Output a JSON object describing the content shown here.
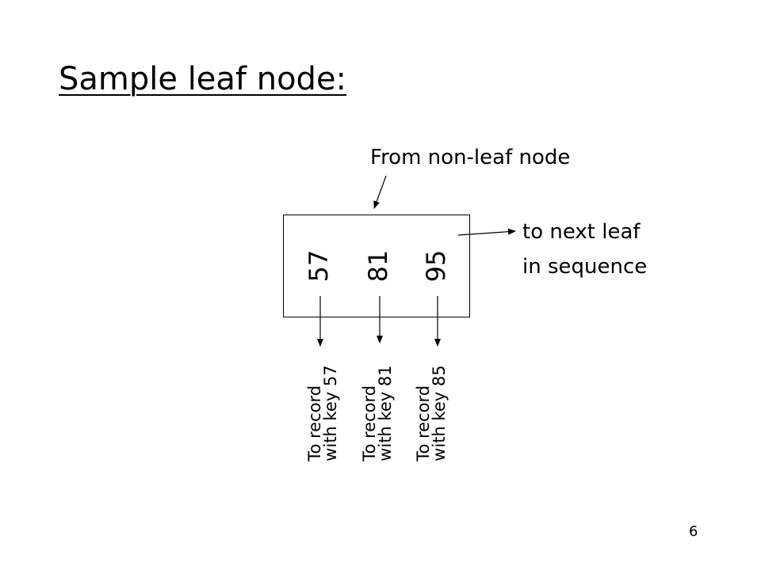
{
  "slide": {
    "title": "Sample leaf node:",
    "page_number": "6"
  },
  "diagram": {
    "from_label": "From non-leaf node",
    "next_label_line1": "to next leaf",
    "next_label_line2": "in sequence",
    "keys": [
      "57",
      "81",
      "95"
    ],
    "records": [
      {
        "line1": "To record",
        "line2": "with key 57"
      },
      {
        "line1": "To record",
        "line2": "with key 81"
      },
      {
        "line1": "To record",
        "line2": "with key 85"
      }
    ]
  }
}
